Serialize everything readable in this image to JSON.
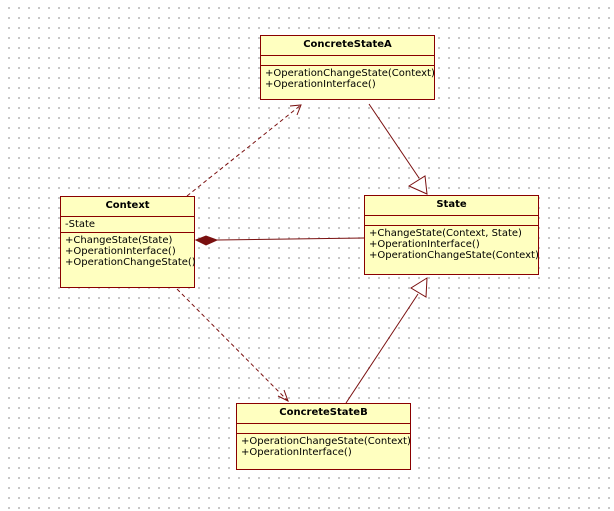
{
  "colors": {
    "line": "#7a1010",
    "box_fill": "#ffffc0",
    "box_border": "#8a0000"
  },
  "classes": {
    "concrete_state_a": {
      "name": "ConcreteStateA",
      "attributes": [],
      "operations": [
        "+OperationChangeState(Context)",
        "+OperationInterface()"
      ]
    },
    "context": {
      "name": "Context",
      "attributes": [
        "-State"
      ],
      "operations": [
        "+ChangeState(State)",
        "+OperationInterface()",
        "+OperationChangeState()"
      ]
    },
    "state": {
      "name": "State",
      "attributes": [],
      "operations": [
        "+ChangeState(Context, State)",
        "+OperationInterface()",
        "+OperationChangeState(Context)"
      ]
    },
    "concrete_state_b": {
      "name": "ConcreteStateB",
      "attributes": [],
      "operations": [
        "+OperationChangeState(Context)",
        "+OperationInterface()"
      ]
    }
  },
  "relationships": [
    {
      "type": "dependency",
      "from": "Context",
      "to": "ConcreteStateA"
    },
    {
      "type": "dependency",
      "from": "Context",
      "to": "ConcreteStateB"
    },
    {
      "type": "generalization",
      "from": "ConcreteStateA",
      "to": "State"
    },
    {
      "type": "generalization",
      "from": "ConcreteStateB",
      "to": "State"
    },
    {
      "type": "composition",
      "from": "State",
      "to": "Context"
    }
  ]
}
